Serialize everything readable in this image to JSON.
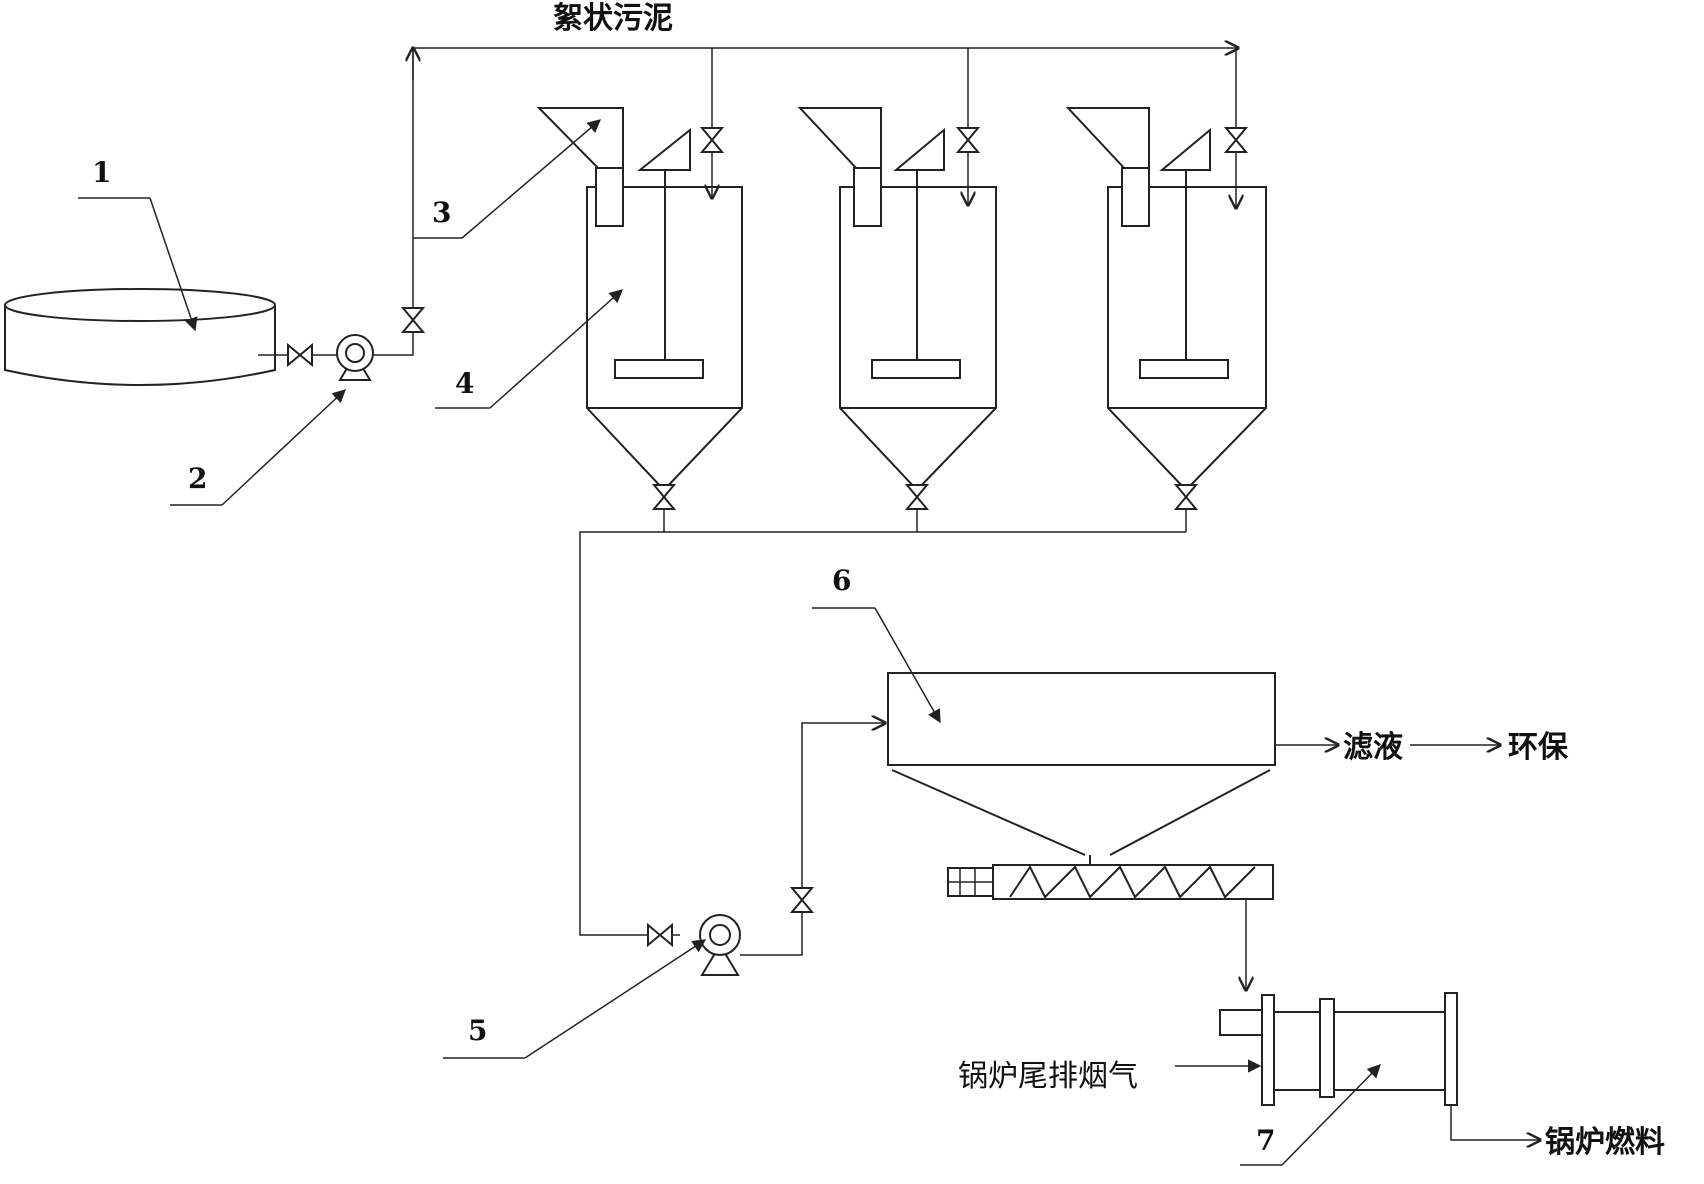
{
  "labels": {
    "floc_sludge": "絮状污泥",
    "filtrate": "滤液",
    "env": "环保",
    "flue_gas": "锅炉尾排烟气",
    "boiler_fuel": "锅炉燃料"
  },
  "callouts": {
    "n1": "1",
    "n2": "2",
    "n3": "3",
    "n4": "4",
    "n5": "5",
    "n6": "6",
    "n7": "7"
  }
}
